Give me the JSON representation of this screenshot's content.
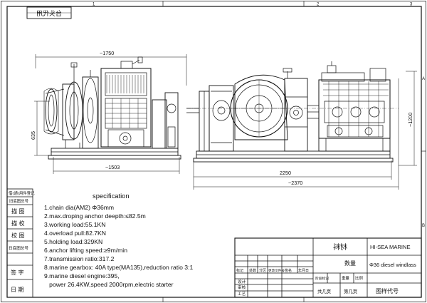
{
  "sheet": {
    "stamp": "台头代用",
    "zone_numbers": {
      "left": "1",
      "mid": "2",
      "right": "3"
    },
    "zone_letters": [
      "A",
      "B"
    ]
  },
  "side_view": {
    "width_top": "~1750",
    "width_bottom": "~1503",
    "height_left": "635"
  },
  "front_view": {
    "width_inner": "2250",
    "width_outer": "~2370",
    "height_right": "~1200"
  },
  "specification": {
    "title": "specification",
    "lines": [
      "1.chain dia(AM2) Φ36mm",
      "2.max.droping anchor deepth:≤82.5m",
      "3.working load:55.1KN",
      "4.overload pull:82.7KN",
      "5.holding load:329KN",
      "6.anchor lifting speed:≥9m/min",
      "7.transmission ratio:317.2",
      "8.marine gearbox: 40A type(MA135),reduction ratio 3:1",
      "9.marine diesel engine:395,",
      "   power 26.4KW,speed 2000rpm,electric starter"
    ]
  },
  "left_block": {
    "labels": [
      "借(通)用件登记",
      "旧底图总号",
      "描 图",
      "描 校",
      "校 图",
      "日底图总号",
      "签 字",
      "日 期"
    ]
  },
  "title_block": {
    "company": "HI-SEA MARINE",
    "drawing_name": "Φ36 diesel windlass",
    "material_stamp": "材料",
    "quantity_label": "数量",
    "drawing_no_label": "图样代号",
    "sheet_label": "第几页",
    "sheet_total_label": "共几页",
    "rev_labels": [
      "标记",
      "处数",
      "分区",
      "更改文件号",
      "签名",
      "年月日"
    ],
    "role_labels": [
      "设计",
      "审核",
      "工艺"
    ],
    "stage_labels": [
      "阶段标记",
      "重量",
      "比例"
    ]
  }
}
